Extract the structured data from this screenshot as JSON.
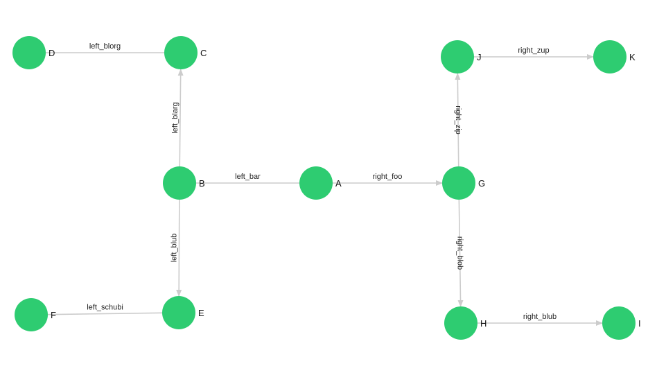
{
  "colors": {
    "node": "#2ecc71",
    "edge": "#cccccc",
    "arrow": "#cccccc",
    "text": "#222222"
  },
  "nodes": [
    {
      "id": "A",
      "label": "A"
    },
    {
      "id": "B",
      "label": "B"
    },
    {
      "id": "C",
      "label": "C"
    },
    {
      "id": "D",
      "label": "D"
    },
    {
      "id": "E",
      "label": "E"
    },
    {
      "id": "F",
      "label": "F"
    },
    {
      "id": "G",
      "label": "G"
    },
    {
      "id": "H",
      "label": "H"
    },
    {
      "id": "I",
      "label": "I"
    },
    {
      "id": "J",
      "label": "J"
    },
    {
      "id": "K",
      "label": "K"
    }
  ],
  "edges": [
    {
      "from": "B",
      "to": "A",
      "label": "left_bar",
      "arrow": false
    },
    {
      "from": "B",
      "to": "C",
      "label": "left_blarg",
      "arrow": true
    },
    {
      "from": "C",
      "to": "D",
      "label": "left_blorg",
      "arrow": false
    },
    {
      "from": "B",
      "to": "E",
      "label": "left_blub",
      "arrow": true
    },
    {
      "from": "E",
      "to": "F",
      "label": "left_schubi",
      "arrow": false
    },
    {
      "from": "A",
      "to": "G",
      "label": "right_foo",
      "arrow": true
    },
    {
      "from": "G",
      "to": "J",
      "label": "right_zip",
      "arrow": true
    },
    {
      "from": "J",
      "to": "K",
      "label": "right_zup",
      "arrow": true
    },
    {
      "from": "G",
      "to": "H",
      "label": "right_blob",
      "arrow": true
    },
    {
      "from": "H",
      "to": "I",
      "label": "right_blub",
      "arrow": true
    }
  ]
}
